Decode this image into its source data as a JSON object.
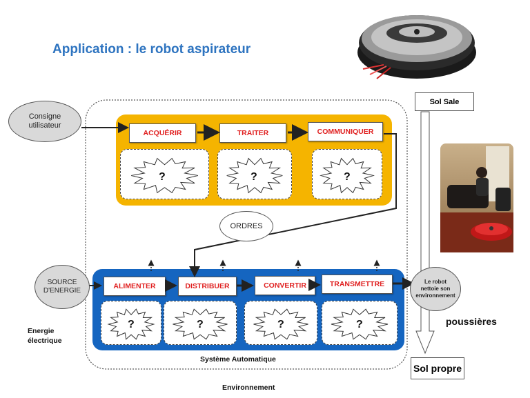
{
  "title": "Application : le robot aspirateur",
  "colors": {
    "title": "#2e74c0",
    "chain_info": "#f5b400",
    "chain_energy": "#1565c0",
    "function_text": "#e02020"
  },
  "inputs": {
    "consigne": "Consigne\nutilisateur",
    "source": "SOURCE\nD'ENERGIE",
    "energie": "Energie\nélectrique"
  },
  "info_chain": {
    "functions": [
      "ACQUÉRIR",
      "TRAITER",
      "COMMUNIQUER"
    ],
    "unknown": "?"
  },
  "ordres": "ORDRES",
  "energy_chain": {
    "functions": [
      "ALIMENTER",
      "DISTRIBUER",
      "CONVERTIR",
      "TRANSMETTRE"
    ],
    "unknown": "?"
  },
  "system_label": "Système Automatique",
  "environment_label": "Environnement",
  "right": {
    "sol_sale": "Sol Sale",
    "result": "Le robot\nnettoie son\nenvironnement",
    "poussieres": "poussières",
    "sol_propre": "Sol propre"
  },
  "icons": [
    "robot-vacuum-photo",
    "living-room-photo",
    "starburst-icon"
  ]
}
